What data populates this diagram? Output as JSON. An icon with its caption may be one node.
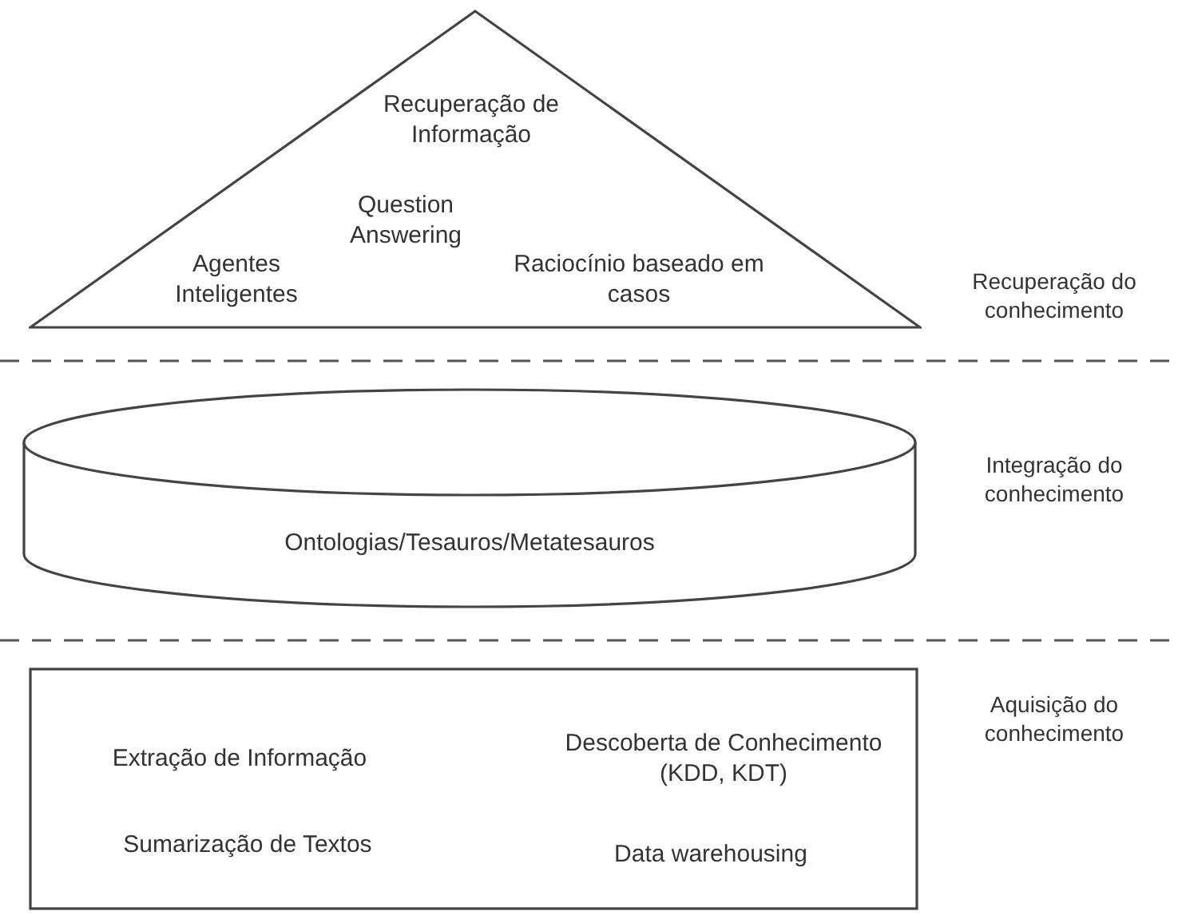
{
  "diagram": {
    "nodes": [
      {
        "text": [
          "Recuperação de Informação",
          "Question Answering",
          "Agentes Inteligentes",
          "Raciocínio baseado em casos"
        ]
      },
      {
        "text": [
          "Ontologias/Tesauros/Metatesauros"
        ]
      },
      {
        "text": [
          "Extração de Informação",
          "Descoberta de Conhecimento (KDD, KDT)",
          "Sumarização de Textos",
          "Data warehousing"
        ]
      }
    ],
    "edges": [],
    "labels": [
      "Recuperação do conhecimento",
      "Integração do conhecimento",
      "Aquisição do conhecimento"
    ]
  }
}
